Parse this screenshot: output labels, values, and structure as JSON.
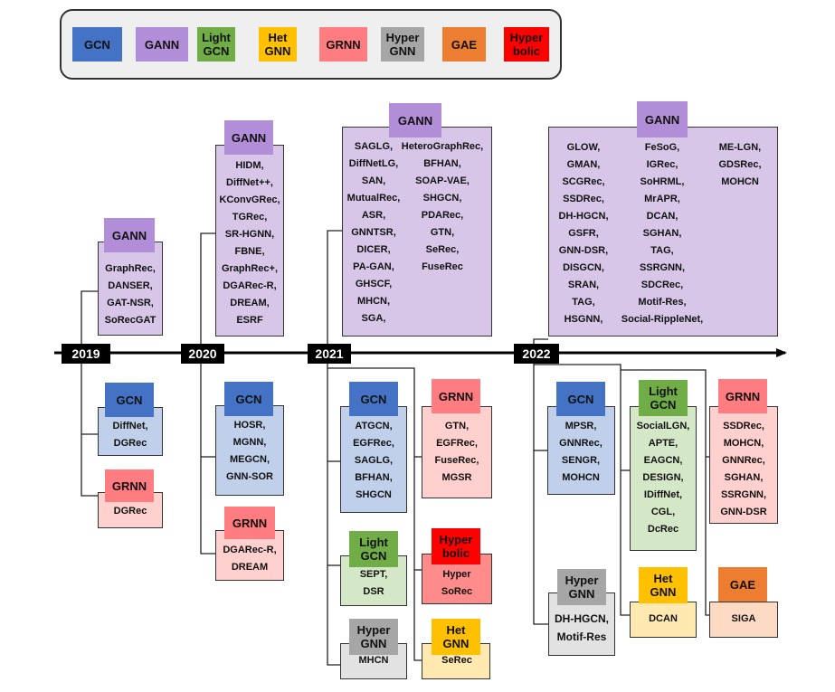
{
  "colors": {
    "GCN": {
      "tag": "#4472c4",
      "box": "#c0d0ea"
    },
    "GANN": {
      "tag": "#b38ed8",
      "box": "#d7c6e8"
    },
    "LightGCN": {
      "tag": "#70ad47",
      "box": "#d4e8c8"
    },
    "HetGNN": {
      "tag": "#ffc000",
      "box": "#ffe9b0"
    },
    "GRNN": {
      "tag": "#ff7c80",
      "box": "#ffd0cd"
    },
    "HyperGNN": {
      "tag": "#a6a6a6",
      "box": "#e2e2e2"
    },
    "GAE": {
      "tag": "#ed7d31",
      "box": "#fbd9c3"
    },
    "Hyperbolic": {
      "tag": "#ff0000",
      "box": "#ff8b8b"
    }
  },
  "legend": [
    {
      "key": "GCN",
      "label": "GCN"
    },
    {
      "key": "GANN",
      "label": "GANN"
    },
    {
      "key": "LightGCN",
      "label": "Light\nGCN"
    },
    {
      "key": "HetGNN",
      "label": "Het\nGNN"
    },
    {
      "key": "GRNN",
      "label": "GRNN"
    },
    {
      "key": "HyperGNN",
      "label": "Hyper\nGNN"
    },
    {
      "key": "GAE",
      "label": "GAE"
    },
    {
      "key": "Hyperbolic",
      "label": "Hyper\nbolic"
    }
  ],
  "years": [
    "2019",
    "2020",
    "2021",
    "2022"
  ],
  "groups": [
    {
      "id": "g2019-gann",
      "key": "GANN",
      "label": "GANN",
      "columns": [
        [
          "GraphRec,",
          "DANSER,",
          "GAT-NSR,",
          "SoRecGAT"
        ]
      ]
    },
    {
      "id": "g2019-gcn",
      "key": "GCN",
      "label": "GCN",
      "columns": [
        [
          "DiffNet,",
          "DGRec"
        ]
      ]
    },
    {
      "id": "g2019-grnn",
      "key": "GRNN",
      "label": "GRNN",
      "columns": [
        [
          "DGRec"
        ]
      ]
    },
    {
      "id": "g2020-gann",
      "key": "GANN",
      "label": "GANN",
      "columns": [
        [
          "HIDM,",
          "DiffNet++,",
          "KConvGRec,",
          "TGRec,",
          "SR-HGNN,",
          "FBNE,",
          "GraphRec+,",
          "DGARec-R,",
          "DREAM,",
          "ESRF"
        ]
      ]
    },
    {
      "id": "g2020-gcn",
      "key": "GCN",
      "label": "GCN",
      "columns": [
        [
          "HOSR,",
          "MGNN,",
          "MEGCN,",
          "GNN-SOR"
        ]
      ]
    },
    {
      "id": "g2020-grnn",
      "key": "GRNN",
      "label": "GRNN",
      "columns": [
        [
          "DGARec-R,",
          "DREAM"
        ]
      ]
    },
    {
      "id": "g2021-gann",
      "key": "GANN",
      "label": "GANN",
      "columns": [
        [
          "SAGLG,",
          "DiffNetLG,",
          "SAN,",
          "MutualRec,",
          "ASR,",
          "GNNTSR,",
          "DICER,",
          "PA-GAN,",
          "GHSCF,",
          "MHCN,",
          "SGA,"
        ],
        [
          "HeteroGraphRec,",
          "BFHAN,",
          "SOAP-VAE,",
          "SHGCN,",
          "PDARec,",
          "GTN,",
          "SeRec,",
          "FuseRec"
        ]
      ]
    },
    {
      "id": "g2021-gcn",
      "key": "GCN",
      "label": "GCN",
      "columns": [
        [
          "ATGCN,",
          "EGFRec,",
          "SAGLG,",
          "BFHAN,",
          "SHGCN"
        ]
      ]
    },
    {
      "id": "g2021-grnn",
      "key": "GRNN",
      "label": "GRNN",
      "columns": [
        [
          "GTN,",
          "EGFRec,",
          "FuseRec,",
          "MGSR"
        ]
      ]
    },
    {
      "id": "g2021-lightgcn",
      "key": "LightGCN",
      "label": "Light\nGCN",
      "columns": [
        [
          "SEPT,",
          "DSR"
        ]
      ]
    },
    {
      "id": "g2021-hyperbolic",
      "key": "Hyperbolic",
      "label": "Hyper\nbolic",
      "columns": [
        [
          "Hyper",
          "SoRec"
        ]
      ]
    },
    {
      "id": "g2021-hypergnn",
      "key": "HyperGNN",
      "label": "Hyper\nGNN",
      "columns": [
        [
          "MHCN"
        ]
      ]
    },
    {
      "id": "g2021-hetgnn",
      "key": "HetGNN",
      "label": "Het\nGNN",
      "columns": [
        [
          "SeRec"
        ]
      ]
    },
    {
      "id": "g2022-gann",
      "key": "GANN",
      "label": "GANN",
      "columns": [
        [
          "GLOW,",
          "GMAN,",
          "SCGRec,",
          "SSDRec,",
          "DH-HGCN,",
          "GSFR,",
          "GNN-DSR,",
          "DISGCN,",
          "SRAN,",
          "TAG,",
          "HSGNN,"
        ],
        [
          "FeSoG,",
          "IGRec,",
          "SoHRML,",
          "MrAPR,",
          "DCAN,",
          "SGHAN,",
          "TAG,",
          "SSRGNN,",
          "SDCRec,",
          "Motif-Res,",
          "Social-RippleNet,"
        ],
        [
          "ME-LGN,",
          "GDSRec,",
          "MOHCN"
        ]
      ]
    },
    {
      "id": "g2022-gcn",
      "key": "GCN",
      "label": "GCN",
      "columns": [
        [
          "MPSR,",
          "GNNRec,",
          "SENGR,",
          "MOHCN"
        ]
      ]
    },
    {
      "id": "g2022-lightgcn",
      "key": "LightGCN",
      "label": "Light\nGCN",
      "columns": [
        [
          "SocialLGN,",
          "APTE,",
          "EAGCN,",
          "DESIGN,",
          "IDiffNet,",
          "CGL,",
          "DcRec"
        ]
      ]
    },
    {
      "id": "g2022-grnn",
      "key": "GRNN",
      "label": "GRNN",
      "columns": [
        [
          "SSDRec,",
          "MOHCN,",
          "GNNRec,",
          "SGHAN,",
          "SSRGNN,",
          "GNN-DSR"
        ]
      ]
    },
    {
      "id": "g2022-hypergnn",
      "key": "HyperGNN",
      "label": "Hyper\nGNN",
      "columns": [
        [
          "DH-HGCN,",
          "Motif-Res"
        ]
      ]
    },
    {
      "id": "g2022-hetgnn",
      "key": "HetGNN",
      "label": "Het\nGNN",
      "columns": [
        [
          "DCAN"
        ]
      ]
    },
    {
      "id": "g2022-gae",
      "key": "GAE",
      "label": "GAE",
      "columns": [
        [
          "SIGA"
        ]
      ]
    }
  ]
}
